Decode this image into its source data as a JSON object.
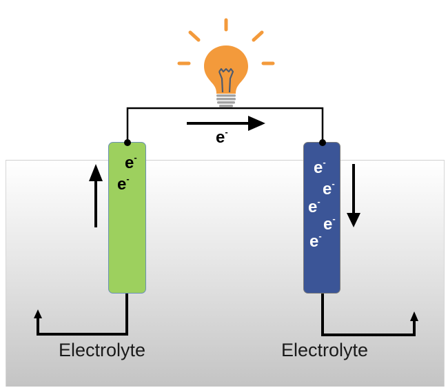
{
  "diagram": {
    "title": "Electrochemical cell with light bulb",
    "colors": {
      "bulb": "#f39a3b",
      "bulb_filament": "#4d5a6e",
      "bulb_base": "#9a9a9a",
      "anode": "#9dd05e",
      "cathode": "#3b5597",
      "wire": "#000000"
    },
    "wire_label": {
      "base": "e",
      "sup": "-"
    },
    "anode": {
      "name": "anode-electrode",
      "electron_count": 2,
      "electrons": [
        {
          "base": "e",
          "sup": "-"
        },
        {
          "base": "e",
          "sup": "-"
        }
      ],
      "arrow_direction": "up"
    },
    "cathode": {
      "name": "cathode-electrode",
      "electron_count": 5,
      "electrons": [
        {
          "base": "e",
          "sup": "-"
        },
        {
          "base": "e",
          "sup": "-"
        },
        {
          "base": "e",
          "sup": "-"
        },
        {
          "base": "e",
          "sup": "-"
        },
        {
          "base": "e",
          "sup": "-"
        }
      ],
      "arrow_direction": "down"
    },
    "wire_arrow_direction": "right",
    "labels": {
      "left_electrolyte": "Electrolyte",
      "right_electrolyte": "Electrolyte"
    },
    "icons": {
      "bulb": "light-bulb-icon"
    }
  }
}
